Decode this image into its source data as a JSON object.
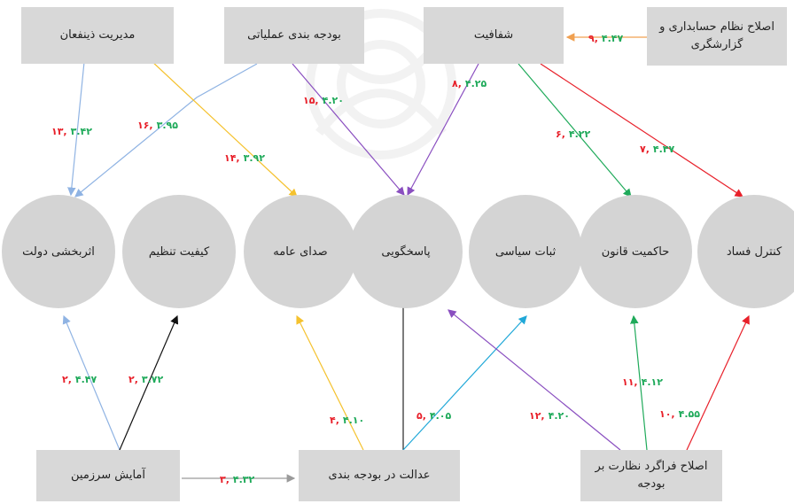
{
  "colors": {
    "node_fill": "#d4d4d4",
    "box_fill": "#d8d8d8",
    "label_red": "#e8202a",
    "label_green": "#1faa5a",
    "blue": "#8fb3e3",
    "orange": "#f0a050",
    "yellow": "#f5c22e",
    "purple": "#8a4fc0",
    "green": "#1faa5a",
    "red": "#e8202a",
    "black": "#111111",
    "cyan": "#20a8d8",
    "gray": "#9a9a9a"
  },
  "boxes": {
    "manager": "مدیریت ذینفعان",
    "operational_budget": "بودجه بندی عملیاتی",
    "transparency": "شفافیت",
    "accounting_reform": "اصلاح نظام حسابداری و گزارشگری",
    "land_planning": "آمایش سرزمین",
    "budget_justice": "عدالت در بودجه بندی",
    "budget_oversight": "اصلاح فراگرد نظارت بر بودجه"
  },
  "nodes": {
    "gov_effectiveness": "اثربخشی دولت",
    "regulatory_quality": "کیفیت تنظیم",
    "voice": "صدای عامه",
    "accountability": "پاسخگویی",
    "political_stability": "ثبات سیاسی",
    "rule_of_law": "حاکمیت قانون",
    "corruption_control": "کنترل فساد"
  },
  "edges": [
    {
      "rank": "۱۳,",
      "score": "۳.۴۲",
      "color": "blue"
    },
    {
      "rank": "۱۶,",
      "score": "۳.۹۵",
      "color": "blue"
    },
    {
      "rank": "۱۴,",
      "score": "۳.۹۲",
      "color": "yellow"
    },
    {
      "rank": "۱۵,",
      "score": "۴.۲۰",
      "color": "purple"
    },
    {
      "rank": "۸,",
      "score": "۴.۲۵",
      "color": "purple"
    },
    {
      "rank": "۶,",
      "score": "۴.۲۲",
      "color": "green"
    },
    {
      "rank": "۷,",
      "score": "۴.۴۷",
      "color": "red"
    },
    {
      "rank": "۹,",
      "score": "۴.۴۷",
      "color": "orange"
    },
    {
      "rank": "۲,",
      "score": "۴.۴۷",
      "color": "blue"
    },
    {
      "rank": "۲,",
      "score": "۳.۷۲",
      "color": "black"
    },
    {
      "rank": "۳,",
      "score": "۴.۳۲",
      "color": "gray"
    },
    {
      "rank": "۴,",
      "score": "۴.۱۰",
      "color": "yellow"
    },
    {
      "rank": "۵,",
      "score": "۴.۰۵",
      "color": "cyan"
    },
    {
      "rank": "۱۲,",
      "score": "۴.۲۰",
      "color": "purple"
    },
    {
      "rank": "۱۱,",
      "score": "۴.۱۲",
      "color": "green"
    },
    {
      "rank": "۱۰,",
      "score": "۴.۵۵",
      "color": "red"
    }
  ]
}
